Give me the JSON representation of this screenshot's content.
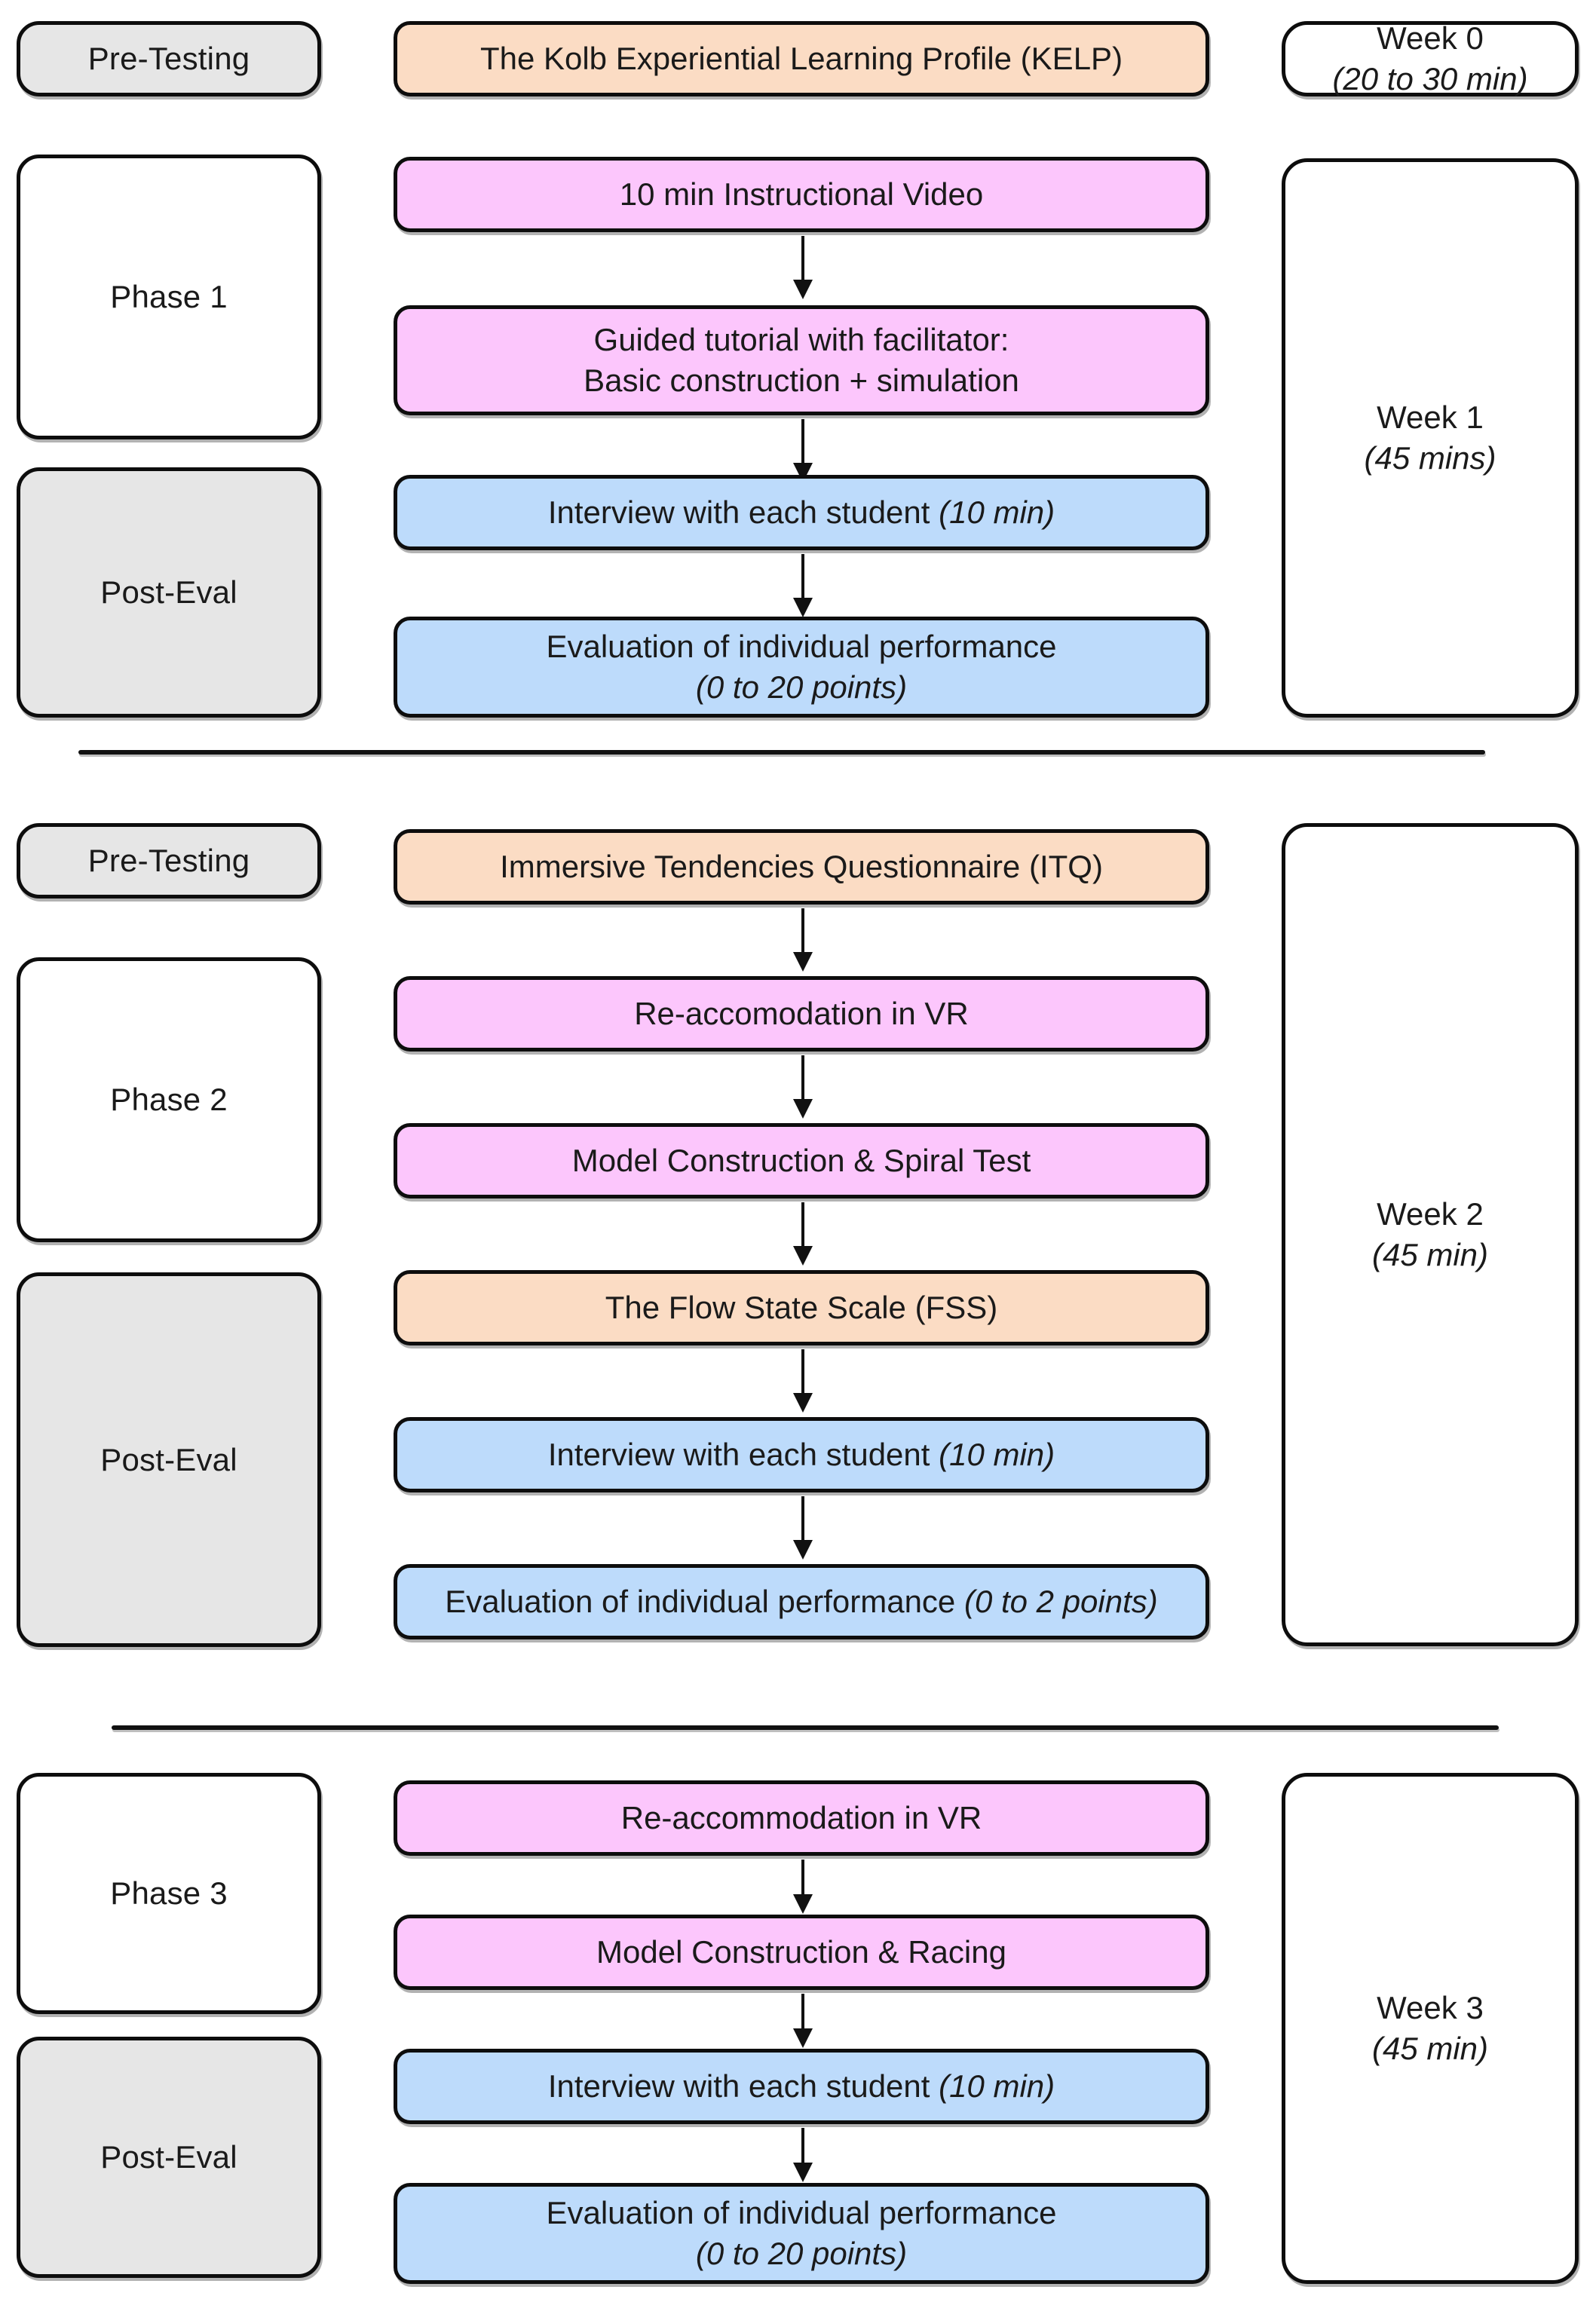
{
  "diagram": {
    "title": "Three-phase VR study protocol timeline",
    "colors": {
      "peach": "#fbdcc4",
      "pink": "#fcc6fc",
      "blue": "#bddbfb",
      "grey": "#e6e6e6",
      "white": "#ffffff",
      "stroke": "#0d0d0d"
    }
  },
  "sections": [
    {
      "id": "section-1",
      "stages": [
        {
          "label": "Pre-Testing",
          "style": "grey"
        },
        {
          "label": "Phase 1",
          "style": "plain"
        },
        {
          "label": "Post-Eval",
          "style": "grey"
        }
      ],
      "steps": [
        {
          "label": "The Kolb Experiential Learning Profile (KELP)",
          "style": "peach"
        },
        {
          "label": "10 min Instructional Video",
          "style": "pink"
        },
        {
          "line1": "Guided tutorial with facilitator:",
          "line2": "Basic construction + simulation",
          "style": "pink"
        },
        {
          "label": "Interview with each student ",
          "emphasis": "(10 min)",
          "style": "blue"
        },
        {
          "line1": "Evaluation of individual performance",
          "line2": "(0 to 20 points)",
          "style": "blue"
        }
      ],
      "weeks": [
        {
          "line1": "Week 0",
          "line2": "(20 to 30 min)"
        },
        {
          "line1": "Week 1",
          "line2": "(45 mins)"
        }
      ]
    },
    {
      "id": "section-2",
      "stages": [
        {
          "label": "Pre-Testing",
          "style": "grey"
        },
        {
          "label": "Phase 2",
          "style": "plain"
        },
        {
          "label": "Post-Eval",
          "style": "grey"
        }
      ],
      "steps": [
        {
          "label": "Immersive Tendencies Questionnaire (ITQ)",
          "style": "peach"
        },
        {
          "label": "Re-accomodation in VR",
          "style": "pink"
        },
        {
          "label": "Model Construction & Spiral Test",
          "style": "pink"
        },
        {
          "label": "The Flow State Scale (FSS)",
          "style": "peach"
        },
        {
          "label": "Interview with each student ",
          "emphasis": "(10 min)",
          "style": "blue"
        },
        {
          "label": "Evaluation of individual performance ",
          "emphasis": "(0 to 2 points)",
          "style": "blue"
        }
      ],
      "weeks": [
        {
          "line1": "Week 2",
          "line2": "(45 min)"
        }
      ]
    },
    {
      "id": "section-3",
      "stages": [
        {
          "label": "Phase 3",
          "style": "plain"
        },
        {
          "label": "Post-Eval",
          "style": "grey"
        }
      ],
      "steps": [
        {
          "label": "Re-accommodation in VR",
          "style": "pink"
        },
        {
          "label": "Model Construction & Racing",
          "style": "pink"
        },
        {
          "label": "Interview with each student ",
          "emphasis": "(10 min)",
          "style": "blue"
        },
        {
          "line1": "Evaluation of individual performance",
          "line2": "(0 to 20 points)",
          "style": "blue"
        }
      ],
      "weeks": [
        {
          "line1": "Week 3",
          "line2": "(45 min)"
        }
      ]
    }
  ]
}
